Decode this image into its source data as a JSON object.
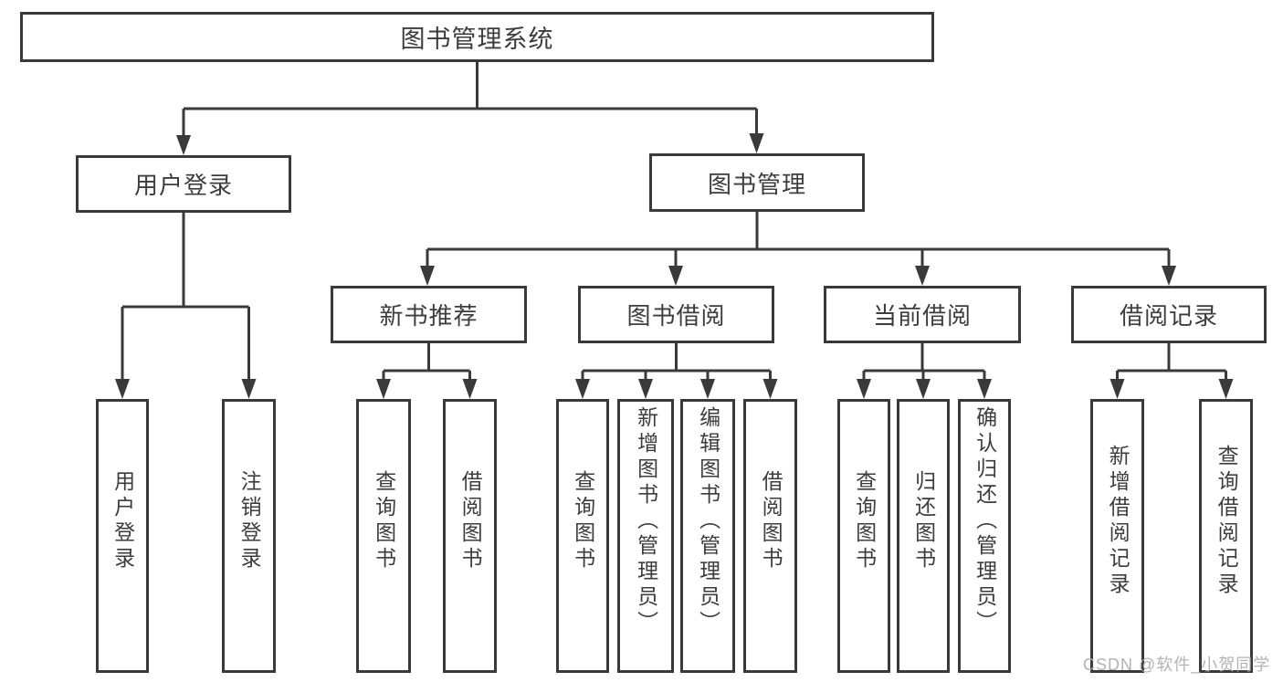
{
  "nodes": {
    "root": "图书管理系统",
    "user_login": "用户登录",
    "book_management": "图书管理",
    "new_book_recommend": "新书推荐",
    "book_borrow": "图书借阅",
    "current_borrow": "当前借阅",
    "borrow_records": "借阅记录",
    "leaf_user_login": "用户登录",
    "leaf_logout_login": "注销登录",
    "leaf_query_books_a": "查询图书",
    "leaf_borrow_books_a": "借阅图书",
    "leaf_query_books_b": "查询图书",
    "leaf_add_books_admin": "新增图书（管理员）",
    "leaf_edit_books_admin": "编辑图书（管理员）",
    "leaf_borrow_books_b": "借阅图书",
    "leaf_query_books_c": "查询图书",
    "leaf_return_books": "归还图书",
    "leaf_confirm_return_admin": "确认归还（管理员）",
    "leaf_add_borrow_record": "新增借阅记录",
    "leaf_query_borrow_record": "查询借阅记录"
  },
  "watermark": "CSDN @软件_小贺同学",
  "colors": {
    "line": "#3a3a3a",
    "text": "#3d3d3d",
    "watermark": "#adadad",
    "background": "#ffffff"
  }
}
